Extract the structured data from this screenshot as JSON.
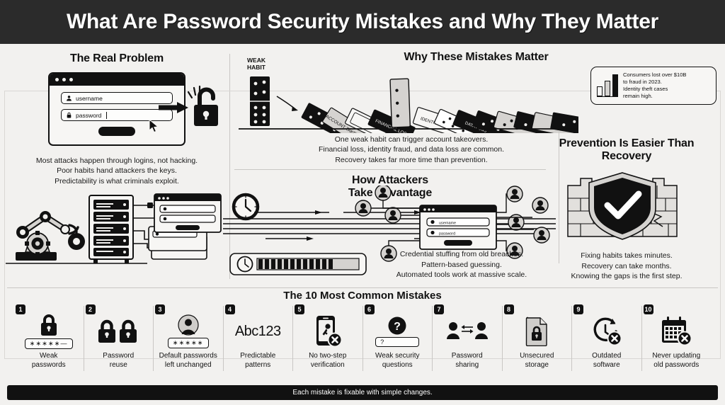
{
  "header": {
    "title": "What Are Password Security Mistakes and Why They Matter"
  },
  "real_problem": {
    "title": "The Real Problem",
    "username_field": "username",
    "password_field": "password",
    "caption_lines": [
      "Most attacks happen through logins, not hacking.",
      "Poor habits hand attackers the keys.",
      "Predictability is what criminals exploit."
    ]
  },
  "why_matter": {
    "title": "Why These Mistakes Matter",
    "weak_habit_label": "WEAK\nHABIT",
    "weak_habit_line1": "WEAK",
    "weak_habit_line2": "HABIT",
    "domino_labels": [
      "ACCOUNT TAKEOVER",
      "FINANCIAL LOSS",
      "IDENTITY FRAUD",
      "DATA LOSS"
    ],
    "stat_box_lines": [
      "Consumers lost over $10B",
      "to fraud in 2023.",
      "Identity theft cases",
      "remain high."
    ],
    "caption_lines": [
      "One weak habit can trigger account takeovers.",
      "Financial loss, identity fraud, and data loss are common.",
      "Recovery takes far more time than prevention."
    ]
  },
  "attackers": {
    "title_line1": "How Attackers",
    "title_line2": "Take Advantage",
    "username_field": "username",
    "password_field": "password",
    "caption_lines": [
      "Credential stuffing from old breaches.",
      "Pattern-based guessing.",
      "Automated tools work at massive scale."
    ]
  },
  "prevention": {
    "title": "Prevention Is Easier Than Recovery",
    "caption_lines": [
      "Fixing habits takes minutes.",
      "Recovery can take months.",
      "Knowing the gaps is the first step."
    ]
  },
  "mistakes": {
    "title": "The 10 Most Common Mistakes",
    "items": [
      {
        "num": "1",
        "label_line1": "Weak",
        "label_line2": "passwords",
        "icon": "padlock-icon",
        "chip": "∗∗∗∗∗—"
      },
      {
        "num": "2",
        "label_line1": "Password",
        "label_line2": "reuse",
        "icon": "two-padlocks-icon",
        "chip": ""
      },
      {
        "num": "3",
        "label_line1": "Default passwords",
        "label_line2": "left unchanged",
        "icon": "user-avatar-icon",
        "chip": "∗∗∗∗∗"
      },
      {
        "num": "4",
        "label_line1": "Predictable",
        "label_line2": "patterns",
        "icon": "abc123-text-icon",
        "chip": "",
        "text": "Abc123"
      },
      {
        "num": "5",
        "label_line1": "No two-step",
        "label_line2": "verification",
        "icon": "phone-key-x-icon",
        "chip": ""
      },
      {
        "num": "6",
        "label_line1": "Weak security",
        "label_line2": "questions",
        "icon": "question-mark-icon",
        "chip": "?"
      },
      {
        "num": "7",
        "label_line1": "Password",
        "label_line2": "sharing",
        "icon": "two-people-exchange-icon",
        "chip": ""
      },
      {
        "num": "8",
        "label_line1": "Unsecured",
        "label_line2": "storage",
        "icon": "file-lock-icon",
        "chip": ""
      },
      {
        "num": "9",
        "label_line1": "Outdated",
        "label_line2": "software",
        "icon": "clock-x-icon",
        "chip": ""
      },
      {
        "num": "10",
        "label_line1": "Never updating",
        "label_line2": "old passwords",
        "icon": "calendar-x-icon",
        "chip": ""
      }
    ]
  },
  "footer": {
    "text": "Each mistake is fixable with simple changes."
  },
  "colors": {
    "ink": "#111111",
    "paper": "#f2f1ef",
    "header_bg": "#2b2b2b",
    "divider": "#c9c7c4",
    "grey_fill": "#d5d3d0"
  }
}
